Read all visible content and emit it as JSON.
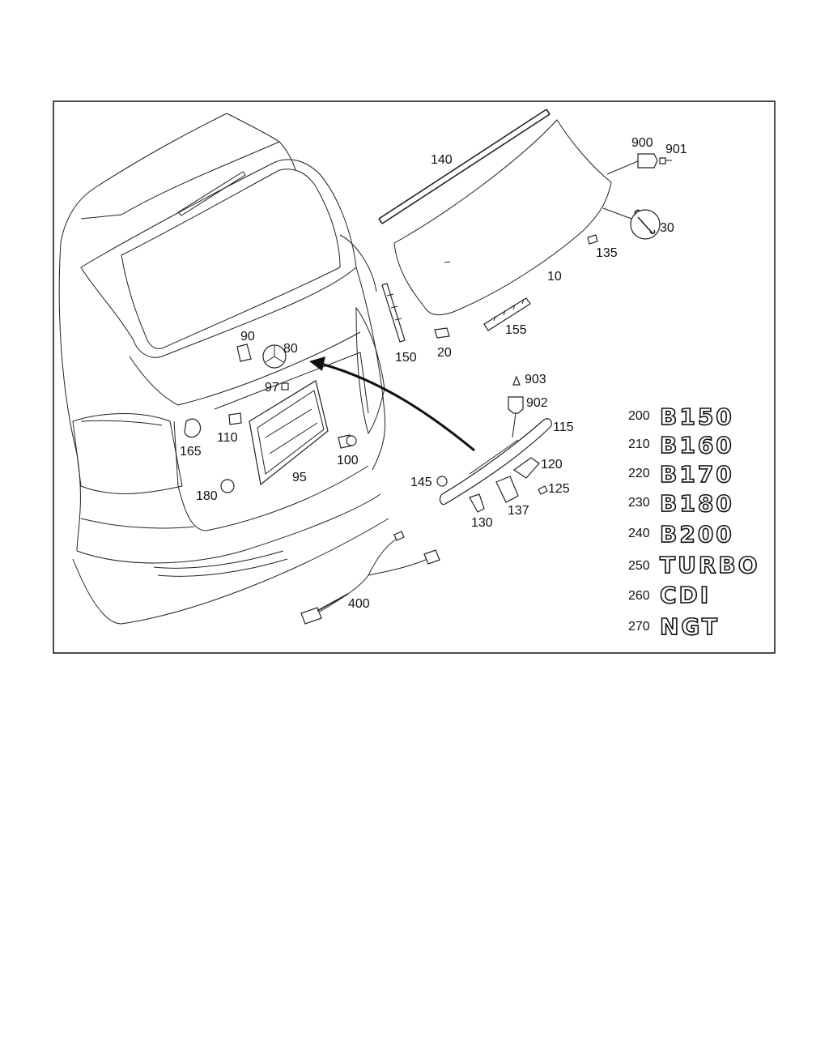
{
  "callouts": {
    "c10": "10",
    "c20": "20",
    "c30": "30",
    "c80": "80",
    "c90": "90",
    "c95": "95",
    "c97": "97",
    "c100": "100",
    "c110": "110",
    "c115": "115",
    "c120": "120",
    "c125": "125",
    "c130": "130",
    "c135": "135",
    "c137": "137",
    "c140": "140",
    "c145": "145",
    "c150": "150",
    "c155": "155",
    "c165": "165",
    "c180": "180",
    "c400": "400",
    "c900": "900",
    "c901": "901",
    "c902": "902",
    "c903": "903"
  },
  "badges": [
    {
      "number": "200",
      "text": "B150"
    },
    {
      "number": "210",
      "text": "B160"
    },
    {
      "number": "220",
      "text": "B170"
    },
    {
      "number": "230",
      "text": "B180"
    },
    {
      "number": "240",
      "text": "B200"
    },
    {
      "number": "250",
      "text": "TURBO"
    },
    {
      "number": "260",
      "text": "CDI"
    },
    {
      "number": "270",
      "text": "NGT"
    }
  ]
}
